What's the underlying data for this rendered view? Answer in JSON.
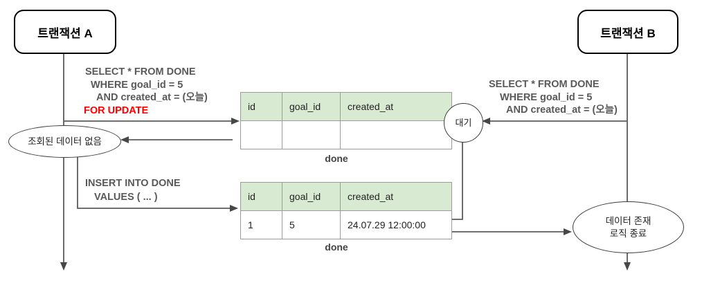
{
  "diagram": {
    "transaction_a": {
      "label": "트랜잭션 A"
    },
    "transaction_b": {
      "label": "트랜잭션 B"
    },
    "sql_a": {
      "lines": [
        "SELECT * FROM DONE",
        "WHERE goal_id = 5",
        "AND created_at = (오늘)",
        "FOR UPDATE"
      ]
    },
    "sql_b": {
      "lines": [
        "SELECT * FROM DONE",
        "WHERE goal_id = 5",
        "AND created_at = (오늘)"
      ]
    },
    "insert_sql": {
      "lines": [
        "INSERT INTO DONE",
        "VALUES ( ... )"
      ]
    },
    "no_data_ellipse": {
      "label": "조회된 데이터 없음"
    },
    "wait_circle": {
      "label": "대기"
    },
    "exists_ellipse": {
      "lines": [
        "데이터 존재",
        "로직 종료"
      ]
    },
    "tables": [
      {
        "name": "done",
        "headers": [
          "id",
          "goal_id",
          "created_at"
        ],
        "row": [
          "",
          "",
          ""
        ]
      },
      {
        "name": "done",
        "headers": [
          "id",
          "goal_id",
          "created_at"
        ],
        "row": [
          "1",
          "5",
          "24.07.29 12:00:00"
        ]
      }
    ],
    "colors": {
      "table_header_green": "#d9ead3",
      "table_border_gray": "#9b9b9b",
      "sql_text_gray": "#595959",
      "for_update_red": "#fe0000",
      "connector_gray": "#5b5b5b",
      "shape_border_black": "#000000"
    }
  }
}
